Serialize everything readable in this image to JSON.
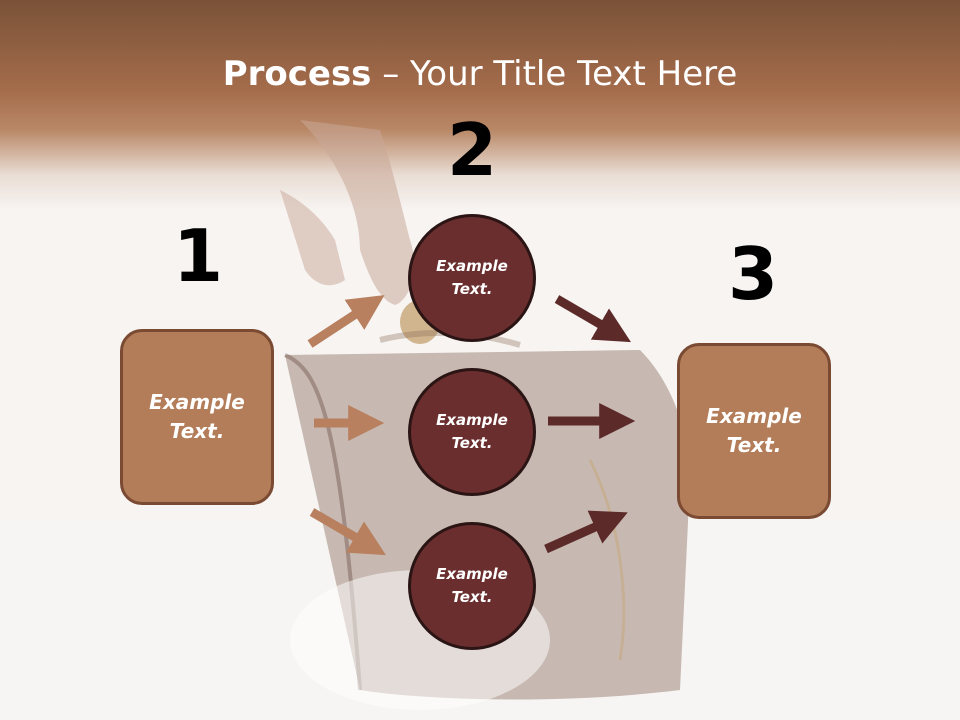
{
  "title": {
    "bold": "Process",
    "rest": " – Your Title Text Here"
  },
  "steps": [
    {
      "number": "1",
      "text": "Example\nText."
    },
    {
      "number": "2",
      "items": [
        "Example\nText.",
        "Example\nText.",
        "Example\nText."
      ]
    },
    {
      "number": "3",
      "text": "Example\nText."
    }
  ],
  "colors": {
    "box_fill": "#b37d5a",
    "circle_fill": "#6b2e2e",
    "arrow_light": "#b8805f",
    "arrow_dark": "#5c2a28",
    "header": "#a46c4b"
  }
}
